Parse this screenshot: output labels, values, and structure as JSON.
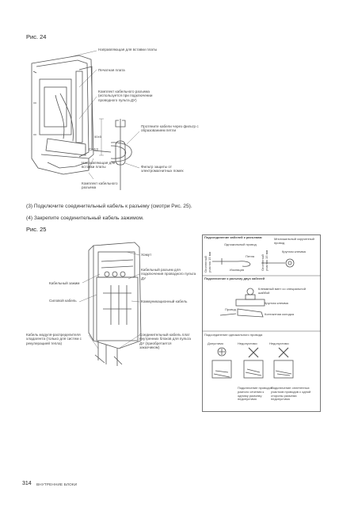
{
  "fig24": {
    "label": "Рис. 24",
    "callouts": {
      "guide": "Направляющая для вставки платы",
      "pcb": "Печатная плата",
      "kit": "Комплект кабельного разъема (используется при подключении проводного пульта ДУ)",
      "pass_wires": "Протяните кабели через фильтр с образованием петли",
      "dim": "50±5",
      "cn13": "CN13",
      "guide2": "Направляющая для вставки платы",
      "emi": "Фильтр защиты от электромагнитных помех",
      "kit2": "Комплект кабельного разъема"
    }
  },
  "steps": {
    "s3": "(3) Подключите соединительный кабель к разъему (смотри Рис. 25).",
    "s4": "(4) Закрепите соединительный кабель зажимом."
  },
  "fig25": {
    "label": "Рис. 25",
    "callouts": {
      "sleeve": "Хомут",
      "cable_clamp": "Кабельный зажим",
      "power_cable": "Силовой кабель",
      "connector_remote": "Кабельный разъем для подключения проводного пульта ДУ",
      "comm_cable": "Коммуникационный кабель",
      "distributor": "Кабель модуля-распределителя хладагента (только для систем с рекуперацией тепла)",
      "link_cable": "Соединительный кабель плат внутренних блоков для пульта ДУ (приобретается заказчиком)"
    }
  },
  "panel": {
    "title": "Подсоединение кабелей к разъемам",
    "single_wire": "Одножильный провод",
    "multi_wire": "Многожильный скрученный провод",
    "strip1": "Оголенный участок 15 мм",
    "strip2": "Оголенный участок 15 мм",
    "loop": "Петля",
    "ring_terminal": "Круглая клемма",
    "insulation": "Изоляция",
    "connect_title": "Подключение к разъему двух кабелей",
    "screw": "Клеммный винт со специальной шайбой",
    "ring_terminal2": "Круглая клемма",
    "wire": "Провод",
    "contact_pad": "Контактная колодка",
    "single_title": "Подсоединение одножильного провода",
    "ok": "Допустимо",
    "bad1": "Недопустимо",
    "bad2": "Недопустимо",
    "note1": "Подключение проводов разного сечения к одному разъему недопустимо",
    "note2": "Подключение оплетенных участков проводов с одной стороны разъема недопустимо"
  },
  "footer": {
    "page": "314",
    "section": "ВНУТРЕННИЕ БЛОКИ"
  }
}
